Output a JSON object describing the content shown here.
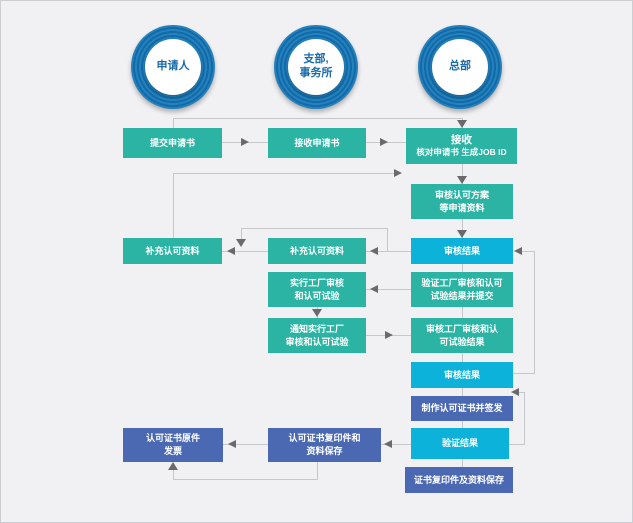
{
  "palette": {
    "teal": "#2bb3a3",
    "cyan": "#0cb2da",
    "indigo": "#4a69b2",
    "ring": "#1173b5",
    "circle_text": "#1a6ba9",
    "line": "#c6c7ca",
    "arrow": "#6a6a6e",
    "background": "#f1f1f3"
  },
  "lanes": {
    "applicant": {
      "lines": [
        "申请人"
      ]
    },
    "branch": {
      "lines": [
        "支部,",
        "事务所"
      ]
    },
    "hq": {
      "lines": [
        "总部"
      ]
    }
  },
  "nodes": {
    "submit": {
      "color": "teal",
      "lines": [
        "提交申请书"
      ]
    },
    "receive_app": {
      "color": "teal",
      "lines": [
        "接收申请书"
      ]
    },
    "hq_receive": {
      "color": "teal",
      "lines": [
        "接收",
        "核对申请书  生成JOB ID"
      ]
    },
    "review_plan": {
      "color": "teal",
      "lines": [
        "审核认可方案",
        "等申请资料"
      ]
    },
    "supp_applicant": {
      "color": "teal",
      "lines": [
        "补充认可资料"
      ]
    },
    "supp_branch": {
      "color": "teal",
      "lines": [
        "补充认可资料"
      ]
    },
    "review_result1": {
      "color": "cyan",
      "lines": [
        "审核结果"
      ]
    },
    "conduct_audit": {
      "color": "teal",
      "lines": [
        "实行工厂审核",
        "和认可试验"
      ]
    },
    "verify_submit": {
      "color": "teal",
      "lines": [
        "验证工厂审核和认可",
        "试验结果并提交"
      ]
    },
    "notify_audit": {
      "color": "teal",
      "lines": [
        "通知实行工厂",
        "审核和认可试验"
      ]
    },
    "review_audit": {
      "color": "teal",
      "lines": [
        "审核工厂审核和认",
        "可试验结果"
      ]
    },
    "review_result2": {
      "color": "cyan",
      "lines": [
        "审核结果"
      ]
    },
    "make_cert": {
      "color": "indigo",
      "lines": [
        "制作认可证书并签发"
      ]
    },
    "cert_original": {
      "color": "indigo",
      "lines": [
        "认可证书原件",
        "发票"
      ]
    },
    "cert_copy_branch": {
      "color": "indigo",
      "lines": [
        "认可证书复印件和",
        "资料保存"
      ]
    },
    "verify_result": {
      "color": "cyan",
      "lines": [
        "验证结果"
      ]
    },
    "copy_store": {
      "color": "indigo",
      "lines": [
        "证书复印件及资料保存"
      ]
    }
  }
}
